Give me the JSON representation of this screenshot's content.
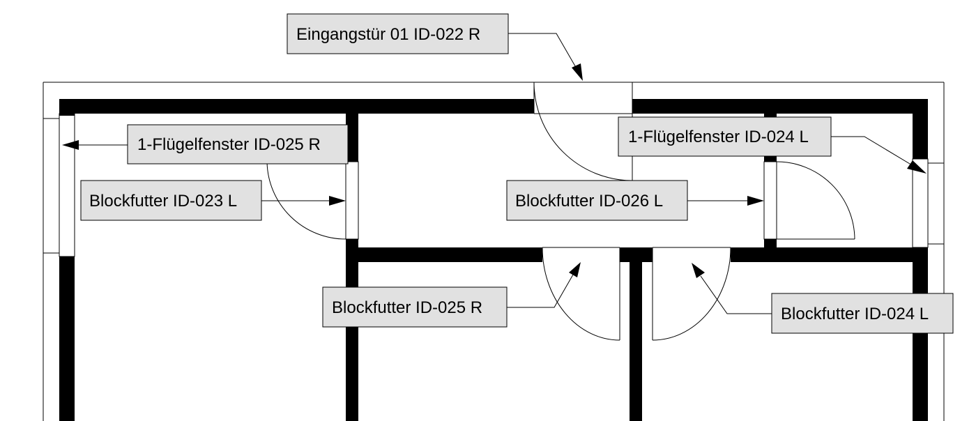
{
  "tags": {
    "entrance_door": "Eingangstür 01 ID-022 R",
    "window_left": "1-Flügelfenster ID-025 R",
    "window_right": "1-Flügelfenster ID-024 L",
    "frame_023": "Blockfutter ID-023 L",
    "frame_026": "Blockfutter ID-026 L",
    "frame_025": "Blockfutter ID-025 R",
    "frame_024": "Blockfutter ID-024 L"
  }
}
